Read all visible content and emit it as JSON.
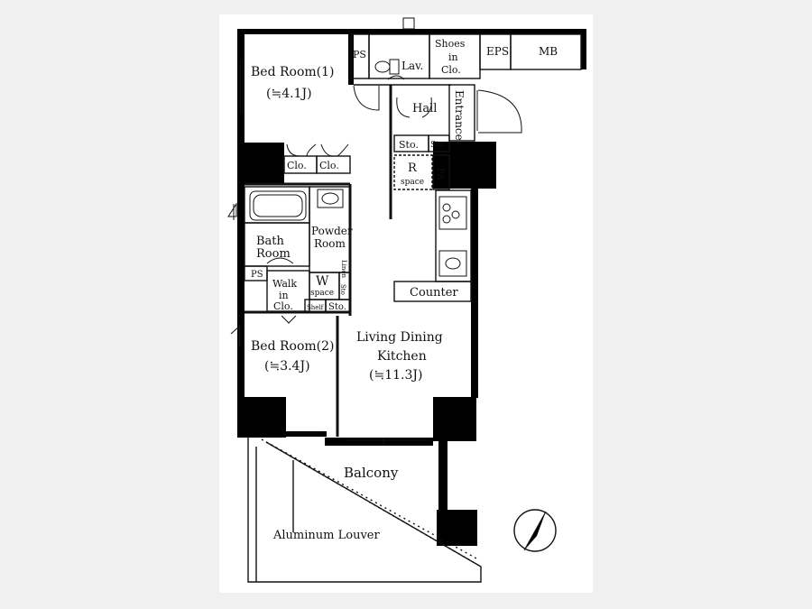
{
  "rooms": {
    "bedroom1": {
      "name": "Bed Room(1)",
      "size": "(≒4.1J)"
    },
    "bedroom2": {
      "name": "Bed Room(2)",
      "size": "(≒3.4J)"
    },
    "ldk": {
      "line1": "Living Dining",
      "line2": "Kitchen",
      "size": "(≒11.3J)"
    },
    "bath": {
      "line1": "Bath",
      "line2": "Room"
    },
    "powder": {
      "line1": "Powder",
      "line2": "Room"
    },
    "walkin": {
      "line1": "Walk",
      "line2": "in",
      "line3": "Clo."
    },
    "hall": "Hall",
    "entrance": "Entrance",
    "balcony": "Balcony",
    "louver": "Aluminum Louver"
  },
  "fixtures": {
    "ps": "PS",
    "lav": "Lav.",
    "shoes": {
      "line1": "Shoes",
      "line2": "in",
      "line3": "Clo."
    },
    "eps": "EPS",
    "mb": "MB",
    "clo": "Clo.",
    "sto": "Sto.",
    "sto_small": "Sto",
    "r_space": {
      "line1": "R",
      "line2": "space"
    },
    "w_space": {
      "line1": "W",
      "line2": "space"
    },
    "counter": "Counter",
    "linen": "Linen",
    "shelf": "Shelf"
  }
}
